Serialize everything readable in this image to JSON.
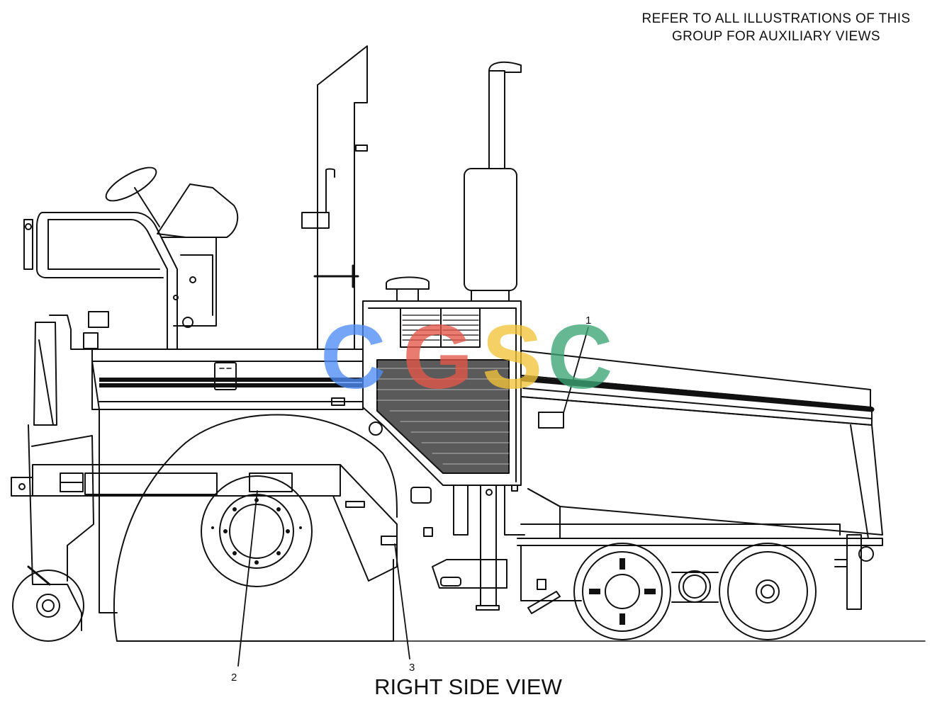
{
  "note": {
    "line1": "REFER TO ALL ILLUSTRATIONS OF THIS",
    "line2": "GROUP FOR AUXILIARY VIEWS"
  },
  "view_title": "RIGHT SIDE VIEW",
  "callouts": [
    {
      "id": "1",
      "label": "1"
    },
    {
      "id": "2",
      "label": "2"
    },
    {
      "id": "3",
      "label": "3"
    }
  ],
  "watermark": {
    "letters": [
      "C",
      "G",
      "S",
      "C"
    ],
    "colors": [
      "#4e8df5",
      "#e5574a",
      "#f2c33a",
      "#3aa574"
    ]
  },
  "colors": {
    "line": "#111111",
    "background": "#ffffff"
  }
}
